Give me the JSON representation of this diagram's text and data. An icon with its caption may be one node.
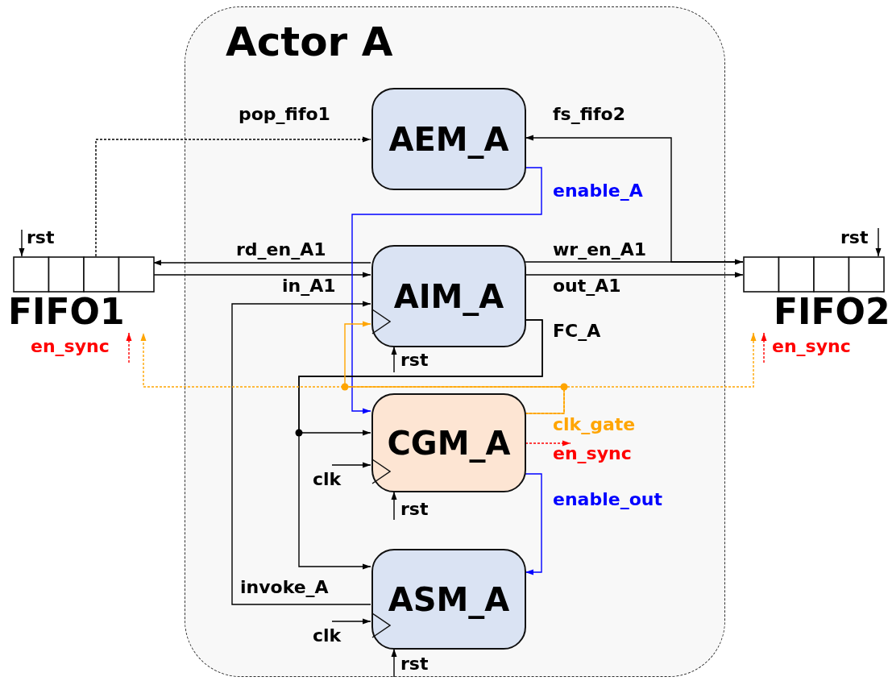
{
  "diagram": {
    "nodes": [
      {
        "text": [
          "Actor A"
        ]
      },
      {
        "text": [
          "FIFO1"
        ]
      },
      {
        "text": [
          "AEM_A"
        ],
        "in": 0
      },
      {
        "text": [
          "AIM_A"
        ],
        "in": 0
      },
      {
        "text": [
          "CGM_A"
        ],
        "in": 0
      },
      {
        "text": [
          "ASM_A"
        ],
        "in": 0
      },
      {
        "text": [
          "FIFO2"
        ]
      }
    ],
    "edges": [
      {
        "from": 1,
        "to": 2,
        "arrow": "to",
        "label": "pop_fifo1",
        "style": "dashed"
      },
      {
        "from": 6,
        "to": 2,
        "arrow": "to",
        "label": "fs_fifo2"
      },
      {
        "from": 3,
        "to": 1,
        "arrow": "to",
        "label": "rd_en_A1"
      },
      {
        "from": 1,
        "to": 3,
        "arrow": "to",
        "label": "in_A1"
      },
      {
        "from": 3,
        "to": 6,
        "arrow": "to",
        "label": "wr_en_A1"
      },
      {
        "from": 3,
        "to": 6,
        "arrow": "to",
        "label": "out_A1"
      },
      {
        "from": 2,
        "to": 4,
        "arrow": "to",
        "label": "enable_A",
        "color": "#0000ff"
      },
      {
        "from": 3,
        "to": 4,
        "arrow": "to",
        "label": "FC_A"
      },
      {
        "from": 3,
        "to": 5,
        "arrow": "to"
      },
      {
        "from": 5,
        "to": 3,
        "arrow": "to",
        "label": "invoke_A"
      },
      {
        "from": 4,
        "to": 3,
        "arrow": "to",
        "label": "clk_gate",
        "color": "#ffa500"
      },
      {
        "from": 4,
        "to": 1,
        "arrow": "to",
        "style": "dashed",
        "color": "#ffa500"
      },
      {
        "from": 4,
        "to": 6,
        "arrow": "to",
        "style": "dashed",
        "color": "#ffa500"
      },
      {
        "from": 4,
        "to": null,
        "arrow": "to",
        "label": "en_sync",
        "style": "dashed",
        "color": "#ff0000"
      },
      {
        "from": null,
        "to": 1,
        "arrow": "to",
        "label": "en_sync",
        "style": "dashed",
        "color": "#ff0000"
      },
      {
        "from": null,
        "to": 6,
        "arrow": "to",
        "label": "en_sync",
        "style": "dashed",
        "color": "#ff0000"
      },
      {
        "from": 4,
        "to": 5,
        "arrow": "to",
        "label": "enable_out",
        "color": "#0000ff"
      },
      {
        "from": null,
        "to": 1,
        "arrow": "to",
        "label": "rst"
      },
      {
        "from": null,
        "to": 6,
        "arrow": "to",
        "label": "rst"
      },
      {
        "from": null,
        "to": 3,
        "arrow": "to",
        "label": "rst"
      },
      {
        "from": null,
        "to": 4,
        "arrow": "to",
        "label": "rst"
      },
      {
        "from": null,
        "to": 5,
        "arrow": "to",
        "label": "rst"
      },
      {
        "from": null,
        "to": 4,
        "arrow": "to",
        "label": "clk"
      },
      {
        "from": null,
        "to": 5,
        "arrow": "to",
        "label": "clk"
      }
    ]
  }
}
